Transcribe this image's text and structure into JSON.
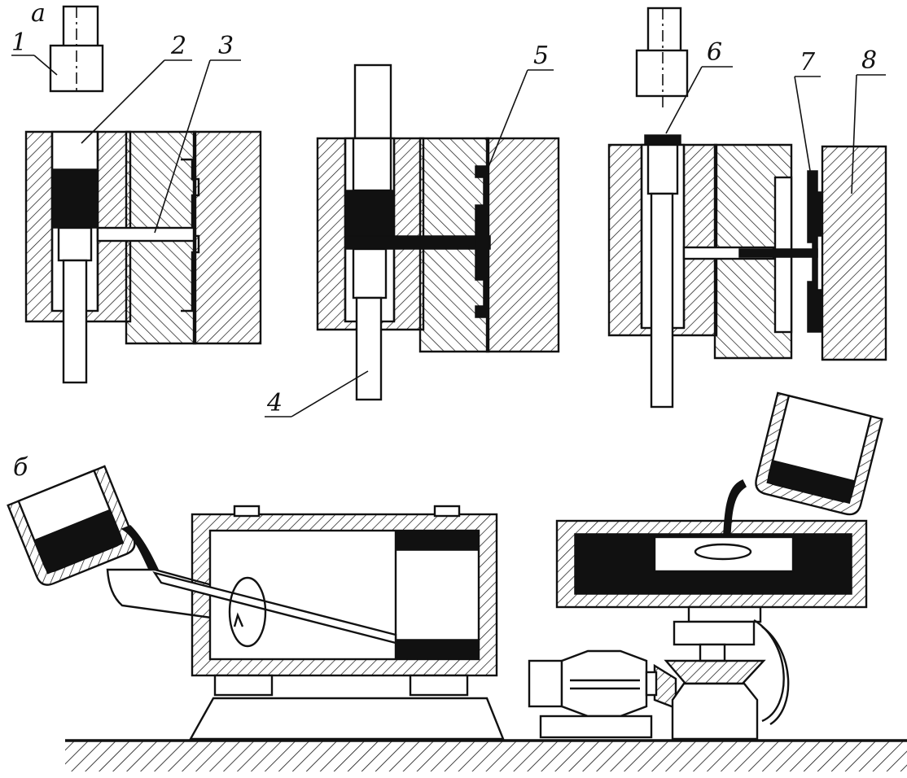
{
  "figure": {
    "subfigure_labels": {
      "a": "а",
      "b": "б"
    },
    "callouts": [
      "1",
      "2",
      "3",
      "4",
      "5",
      "6",
      "7",
      "8"
    ]
  }
}
